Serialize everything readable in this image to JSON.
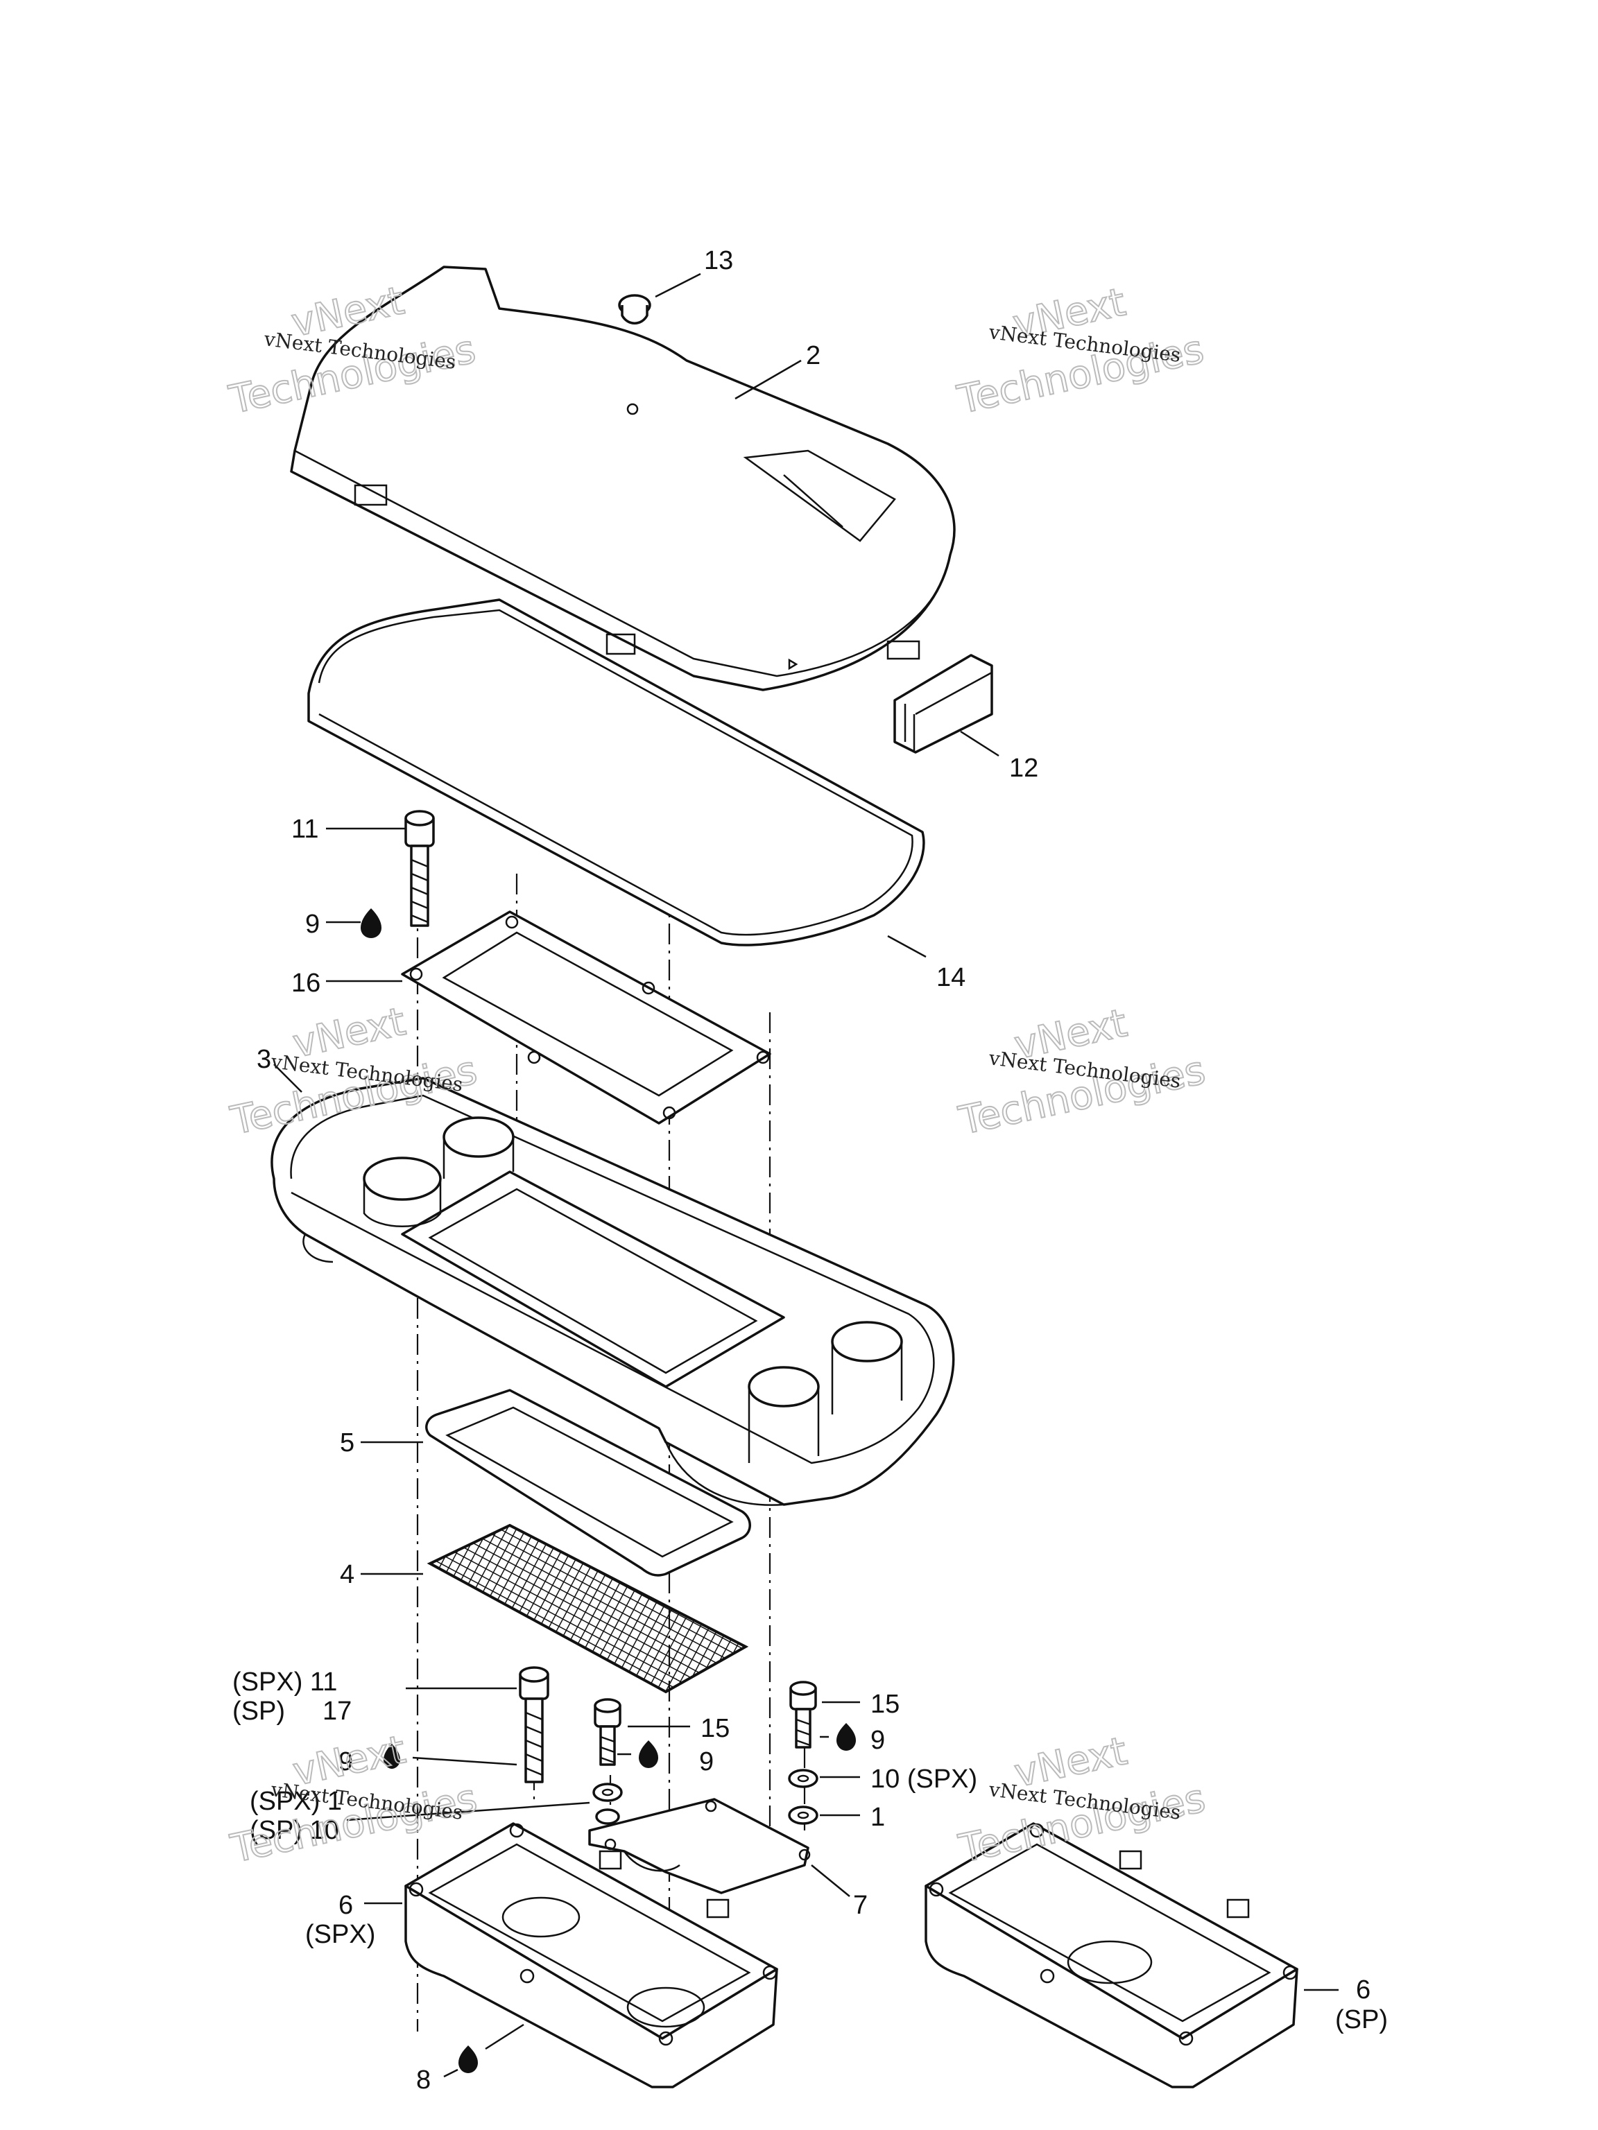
{
  "callouts": {
    "c13": "13",
    "c2": "2",
    "c12": "12",
    "c11a": "11",
    "c9a": "9",
    "c16": "16",
    "c14": "14",
    "c3": "3",
    "c5": "5",
    "c4": "4",
    "c11b_prefix": "(SPX) 11",
    "c17_prefix": "(SP)",
    "c17": "17",
    "c15a": "15",
    "c15b": "15",
    "c9b": "9",
    "c9c": "9",
    "c9d": "9",
    "c10spx": "10 (SPX)",
    "c1a": "1",
    "c1b_prefix": "(SPX) 1",
    "c10sp": "(SP) 10",
    "c7": "7",
    "c6a": "6",
    "c6a_variant": "(SPX)",
    "c6b": "6",
    "c6b_variant": "(SP)",
    "c8": "8"
  },
  "watermark": {
    "line1": "vNext Technologies",
    "big_top": "vNext",
    "big_bottom": "Technologies"
  },
  "icons": {
    "adhesive": "drop-icon"
  }
}
